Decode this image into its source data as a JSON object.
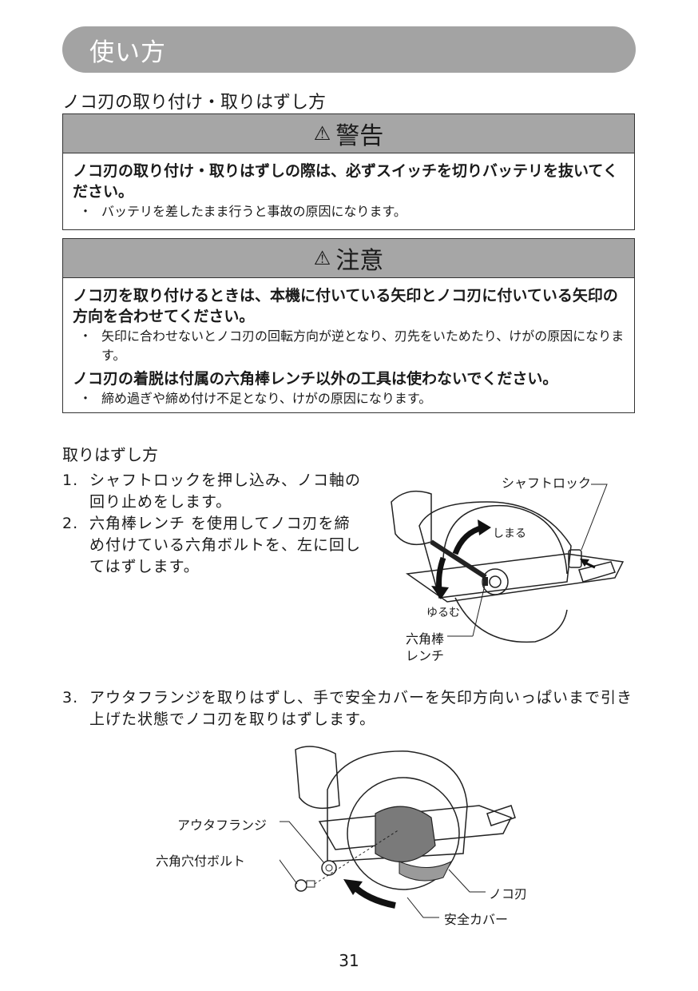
{
  "header": {
    "title": "使い方"
  },
  "section_title": "ノコ刃の取り付け・取りはずし方",
  "warning": {
    "icon": "warning-triangle-icon",
    "title": "警告",
    "main_text": "ノコ刃の取り付け・取りはずしの際は、必ずスイッチを切りバッテリを抜いてください。",
    "bullets": [
      "バッテリを差したまま行うと事故の原因になります。"
    ]
  },
  "caution": {
    "icon": "warning-triangle-icon",
    "title": "注意",
    "blocks": [
      {
        "main_text": "ノコ刃を取り付けるときは、本機に付いている矢印とノコ刃に付いている矢印の方向を合わせてください。",
        "bullets": [
          "矢印に合わせないとノコ刃の回転方向が逆となり、刃先をいためたり、けがの原因になります。"
        ]
      },
      {
        "main_text": "ノコ刃の着脱は付属の六角棒レンチ以外の工具は使わないでください。",
        "bullets": [
          "締め過ぎや締め付け不足となり、けがの原因になります。"
        ]
      }
    ]
  },
  "removal": {
    "title": "取りはずし方",
    "steps": [
      {
        "num": "1.",
        "text": "シャフトロックを押し込み、ノコ軸の回り止めをします。"
      },
      {
        "num": "2.",
        "text": "六角棒レンチ を使用してノコ刃を締め付けている六角ボルトを、左に回してはずします。"
      },
      {
        "num": "3.",
        "text": "アウタフランジを取りはずし、手で安全カバーを矢印方向いっぱいまで引き上げた状態でノコ刃を取りはずします。"
      }
    ],
    "figure1_labels": {
      "shaft_lock": "シャフトロック",
      "tighten": "しまる",
      "loosen": "ゆるむ",
      "hex_wrench_line1": "六角棒",
      "hex_wrench_line2": "レンチ"
    },
    "figure2_labels": {
      "outer_flange": "アウタフランジ",
      "hex_bolt": "六角穴付ボルト",
      "saw_blade": "ノコ刃",
      "safety_cover": "安全カバー"
    }
  },
  "page_number": "31",
  "colors": {
    "header_bg": "#a3a3a3",
    "box_head_bg": "#a6a6a6"
  }
}
